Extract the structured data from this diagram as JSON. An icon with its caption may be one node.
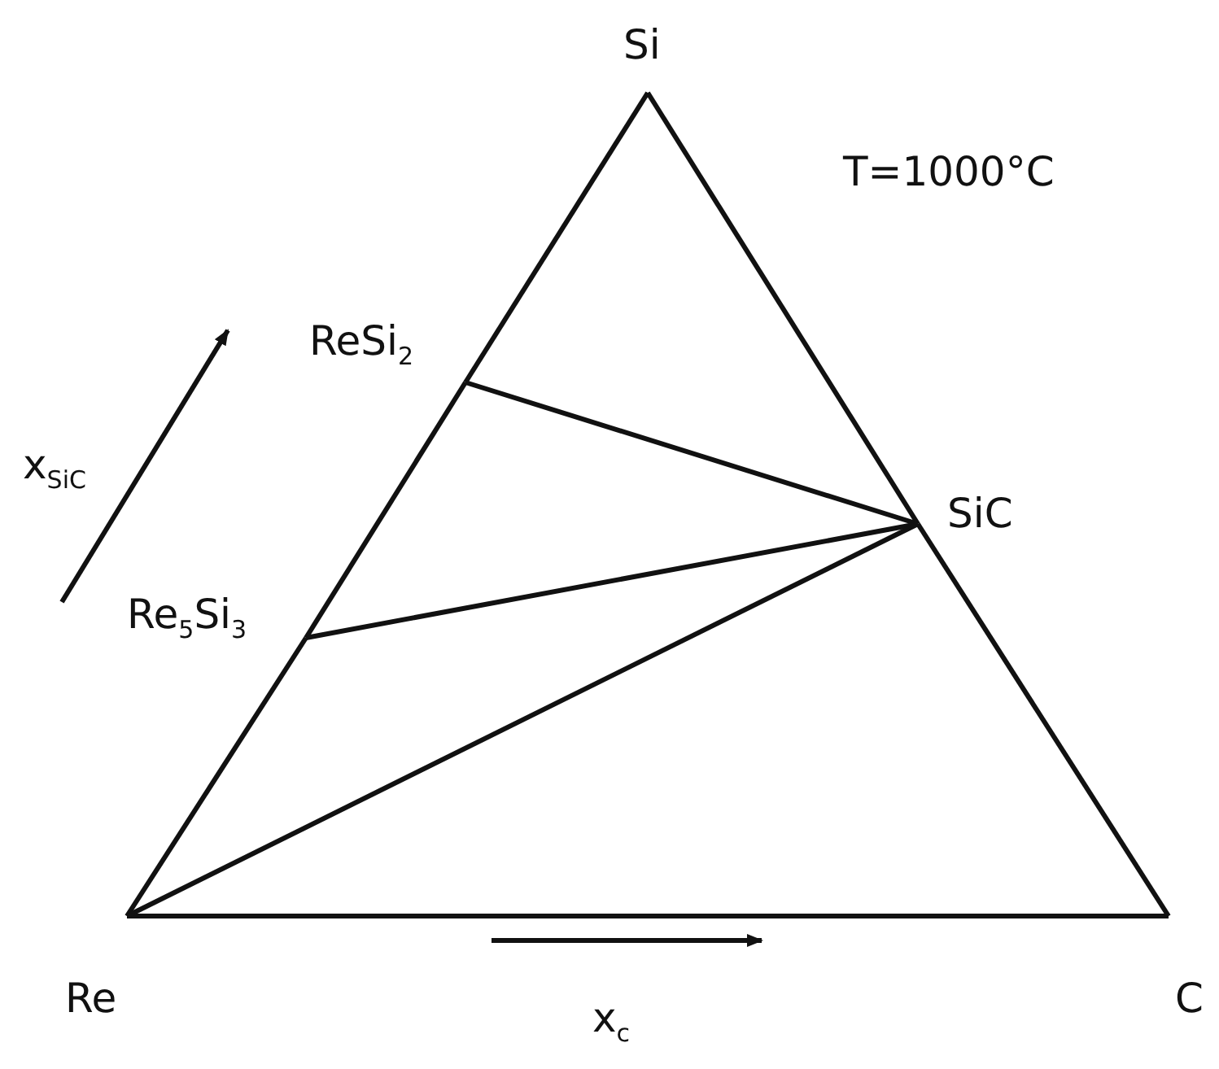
{
  "diagram": {
    "nodes": [
      {
        "text": [
          "Si"
        ]
      },
      {
        "text": [
          "ReSi$_{2}$"
        ]
      },
      {
        "text": [
          "SiC"
        ]
      },
      {
        "text": [
          "Re$_{5}$Si$_{3}$"
        ]
      },
      {
        "text": [
          "Re"
        ]
      },
      {
        "text": [
          "C"
        ]
      }
    ],
    "edges": [
      {
        "from": 0,
        "to": 1,
        "arrow": "none"
      },
      {
        "from": 1,
        "to": 3,
        "arrow": "none"
      },
      {
        "from": 3,
        "to": 4,
        "arrow": "none"
      },
      {
        "from": 4,
        "to": 5,
        "arrow": "none"
      },
      {
        "from": 5,
        "to": 2,
        "arrow": "none"
      },
      {
        "from": 2,
        "to": 0,
        "arrow": "none"
      },
      {
        "from": 1,
        "to": 2,
        "arrow": "none"
      },
      {
        "from": 3,
        "to": 2,
        "arrow": "none"
      },
      {
        "from": 4,
        "to": 2,
        "arrow": "none"
      }
    ],
    "labels": [
      "T=1000°C",
      "x$_{SiC}$",
      "x$_{c}$"
    ]
  }
}
